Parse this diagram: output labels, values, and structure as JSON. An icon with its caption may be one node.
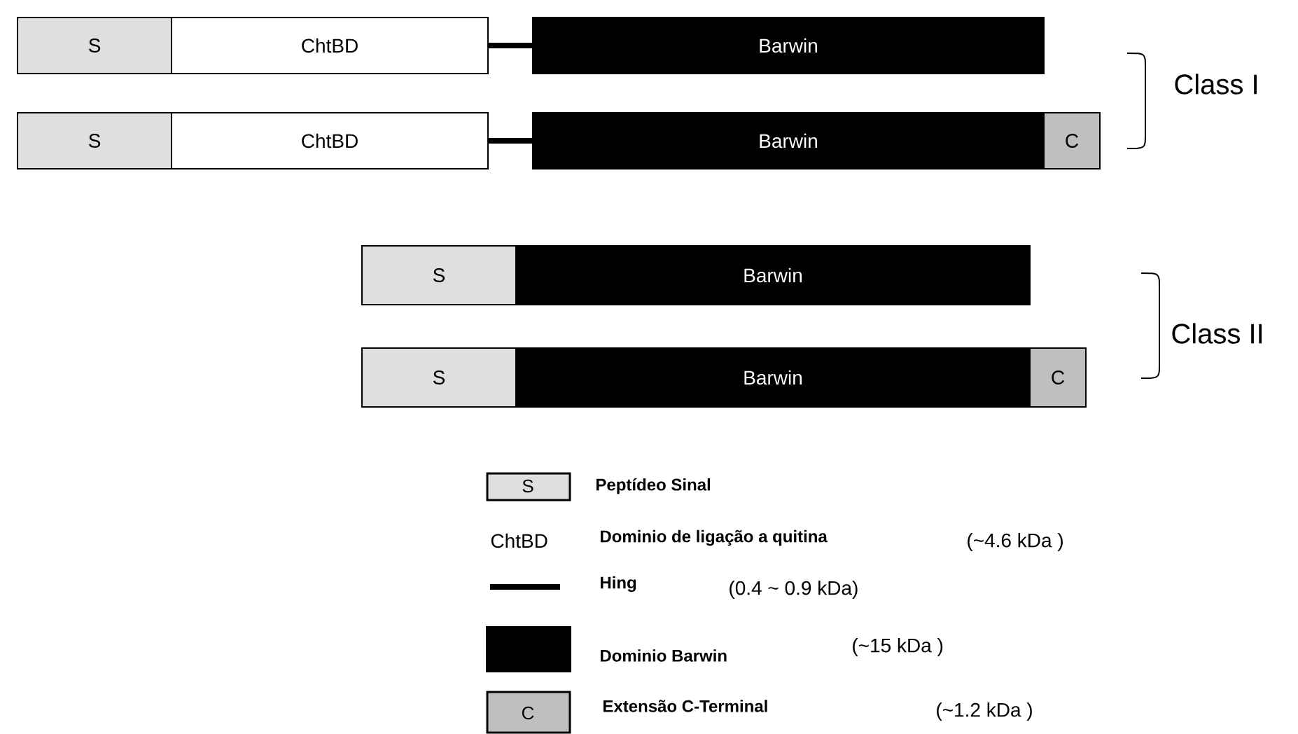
{
  "diagram": {
    "nodes": [
      {
        "text": [
          "S"
        ]
      },
      {
        "text": [
          "ChtBD"
        ]
      },
      {
        "text": [
          "Barwin"
        ]
      },
      {
        "text": [
          "S"
        ]
      },
      {
        "text": [
          "ChtBD"
        ]
      },
      {
        "text": [
          "Barwin"
        ]
      },
      {
        "text": [
          "C"
        ]
      },
      {
        "text": [
          "S"
        ]
      },
      {
        "text": [
          "Barwin"
        ]
      },
      {
        "text": [
          "S"
        ]
      },
      {
        "text": [
          "Barwin"
        ]
      },
      {
        "text": [
          "C"
        ]
      }
    ],
    "edges": [
      {
        "from": 1,
        "to": 2,
        "arrow": "none"
      },
      {
        "from": 4,
        "to": 5,
        "arrow": "none"
      }
    ],
    "labels": [
      "Class I",
      "Class II",
      "S",
      "ChtBD",
      "(~4.6 kDa )",
      "(0.4 ~ 0.9 kDa)",
      "(~15 kDa )",
      "C",
      "(~1.2 kDa )"
    ],
    "legend": [
      {
        "text": "Peptídeo Sinal"
      },
      {
        "text": "Dominio de ligação a quitina"
      },
      {
        "text": "Hing"
      },
      {
        "text": "Dominio Barwin"
      },
      {
        "text": "Extensão C-Terminal"
      }
    ]
  }
}
